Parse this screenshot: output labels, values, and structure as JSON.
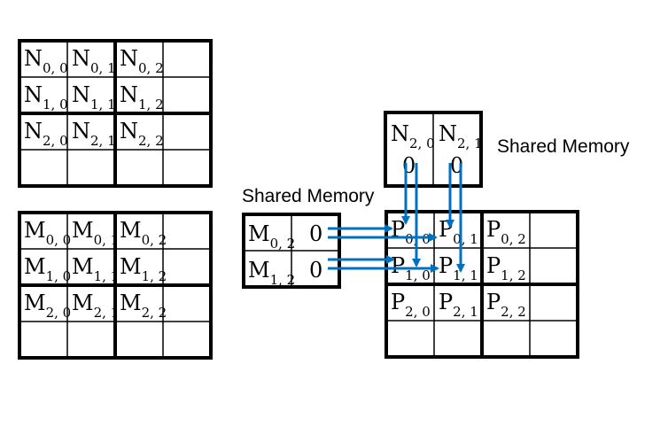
{
  "labels": {
    "shared_memory_n": "Shared Memory",
    "shared_memory_m": "Shared Memory"
  },
  "colors": {
    "grid": "#000000",
    "arrow": "#0070c0",
    "background": "#ffffff"
  },
  "matrices": {
    "N": {
      "letter": "N",
      "rows": [
        [
          "0, 0",
          "0, 1",
          "0, 2",
          ""
        ],
        [
          "1, 0",
          "1, 1",
          "1, 2",
          ""
        ],
        [
          "2, 0",
          "2, 1",
          "2, 2",
          ""
        ],
        [
          "",
          "",
          "",
          ""
        ]
      ]
    },
    "M": {
      "letter": "M",
      "rows": [
        [
          "0, 0",
          "0, 1",
          "0, 2",
          ""
        ],
        [
          "1, 0",
          "1, 1",
          "1, 2",
          ""
        ],
        [
          "2, 0",
          "2, 1",
          "2, 2",
          ""
        ],
        [
          "",
          "",
          "",
          ""
        ]
      ]
    },
    "P": {
      "letter": "P",
      "rows": [
        [
          "0, 0",
          "0, 1",
          "0, 2",
          ""
        ],
        [
          "1, 0",
          "1, 1",
          "1, 2",
          ""
        ],
        [
          "2, 0",
          "2, 1",
          "2, 2",
          ""
        ],
        [
          "",
          "",
          "",
          ""
        ]
      ]
    }
  },
  "shared_n": {
    "letter": "N",
    "cells": [
      [
        "2, 0",
        "2, 1"
      ]
    ],
    "values": [
      "0",
      "0"
    ]
  },
  "shared_m": {
    "letter": "M",
    "cells": [
      [
        "0, 2"
      ],
      [
        "1, 2"
      ]
    ],
    "values": [
      "0",
      "0"
    ]
  }
}
